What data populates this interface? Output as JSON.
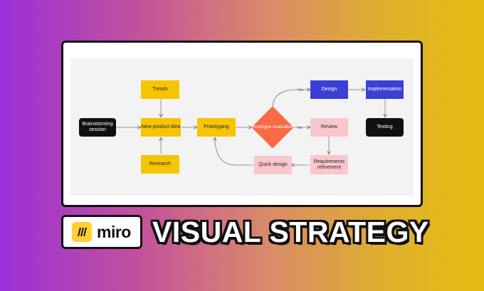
{
  "diagram": {
    "nodes": {
      "brainstorming": "Brainstorming session",
      "trends": "Trends",
      "new_product_idea": "New product idea",
      "research": "Research",
      "prototyping": "Prototyping",
      "prototype_evaluation": "Prototype evaluation",
      "design": "Design",
      "implementation": "Implementation",
      "testing": "Testing",
      "review": "Review",
      "requirements_refinement": "Requirements refinement",
      "quick_design": "Quick design"
    },
    "edge_labels": {
      "yes": "Yes",
      "no": "No"
    }
  },
  "brand": {
    "logo_text": "miro",
    "logo_icon": "miro-logo-icon"
  },
  "headline": "VISUAL STRATEGY",
  "colors": {
    "yellow": "#f7c400",
    "pink": "#f9c6cb",
    "blue": "#3a3fd6",
    "orange": "#fa6a44",
    "black": "#111111"
  }
}
